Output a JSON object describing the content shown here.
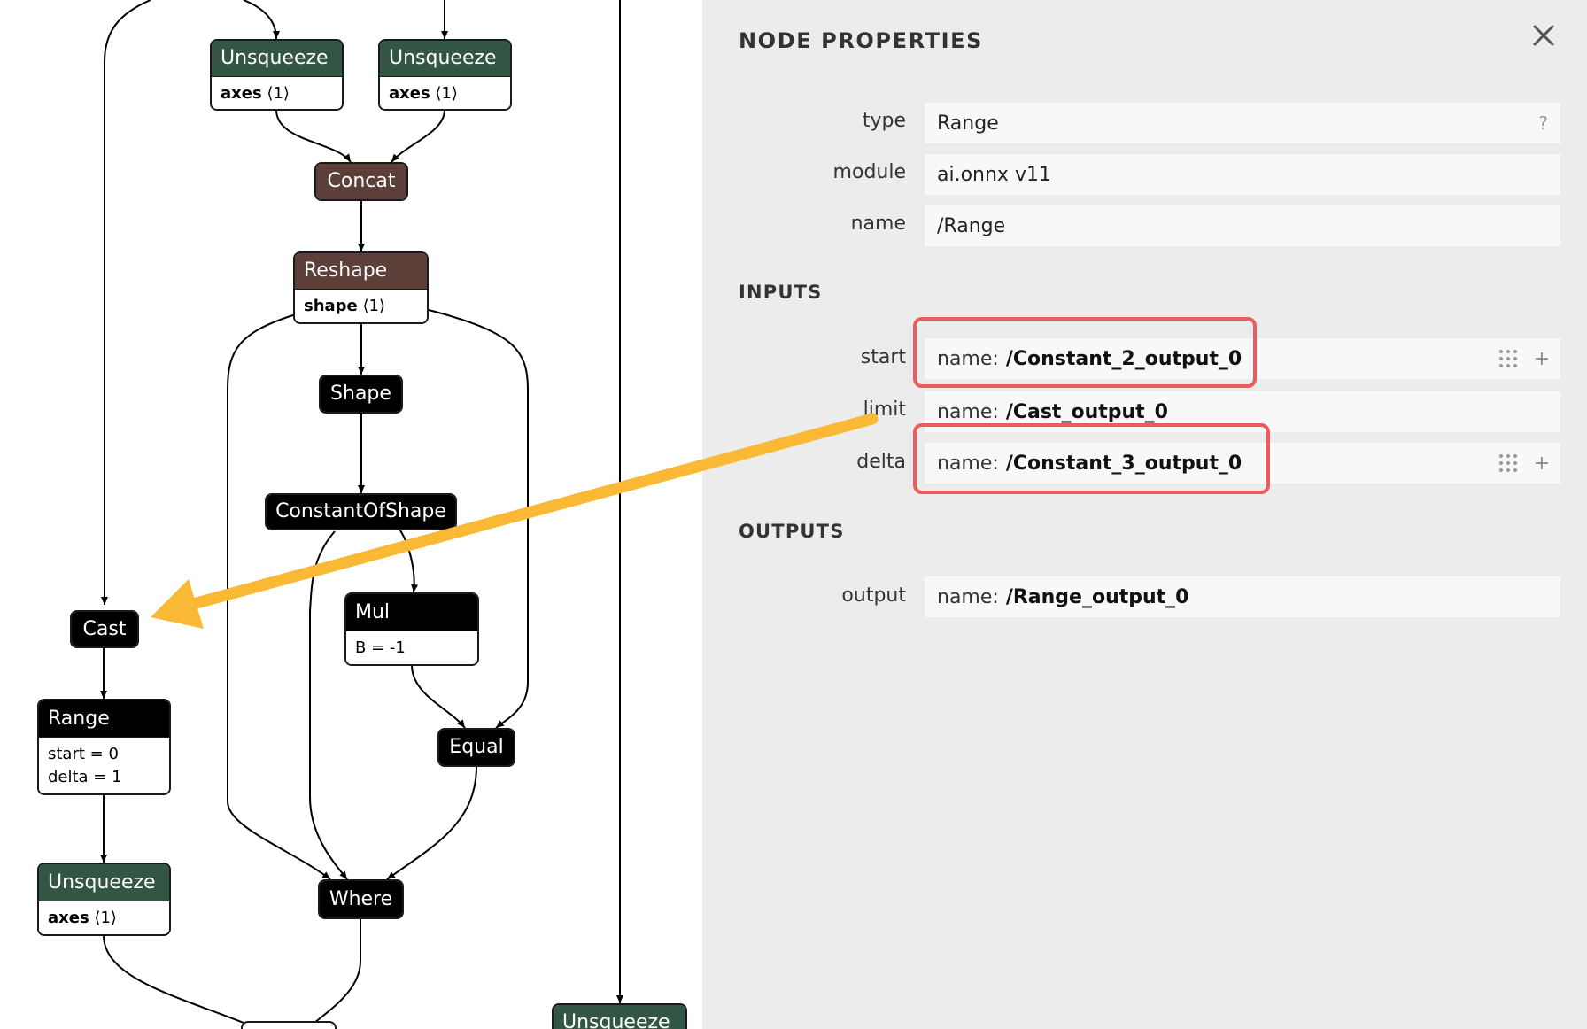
{
  "graph": {
    "nodes": {
      "unsqueeze_a": {
        "op": "Unsqueeze",
        "attr_name": "axes",
        "attr_value": "⟨1⟩"
      },
      "unsqueeze_b": {
        "op": "Unsqueeze",
        "attr_name": "axes",
        "attr_value": "⟨1⟩"
      },
      "concat": {
        "op": "Concat"
      },
      "reshape": {
        "op": "Reshape",
        "attr_name": "shape",
        "attr_value": "⟨1⟩"
      },
      "shape": {
        "op": "Shape"
      },
      "constantofshape": {
        "op": "ConstantOfShape"
      },
      "mul": {
        "op": "Mul",
        "attr_line": "B = -1"
      },
      "cast": {
        "op": "Cast"
      },
      "range": {
        "op": "Range",
        "attr_line1": "start = 0",
        "attr_line2": "delta = 1"
      },
      "equal": {
        "op": "Equal"
      },
      "unsqueeze_c": {
        "op": "Unsqueeze",
        "attr_name": "axes",
        "attr_value": "⟨1⟩"
      },
      "where": {
        "op": "Where"
      },
      "unsqueeze_d": {
        "op": "Unsqueeze"
      }
    }
  },
  "panel": {
    "title": "NODE PROPERTIES",
    "close_icon": "close-icon",
    "properties": {
      "type_label": "type",
      "type_value": "Range",
      "type_help": "?",
      "module_label": "module",
      "module_value": "ai.onnx v11",
      "name_label": "name",
      "name_value": "/Range"
    },
    "inputs_title": "INPUTS",
    "inputs": {
      "start_label": "start",
      "start_prefix": "name:",
      "start_value": "/Constant_2_output_0",
      "limit_label": "limit",
      "limit_prefix": "name:",
      "limit_value": "/Cast_output_0",
      "delta_label": "delta",
      "delta_prefix": "name:",
      "delta_value": "/Constant_3_output_0"
    },
    "outputs_title": "OUTPUTS",
    "outputs": {
      "output_label": "output",
      "output_prefix": "name:",
      "output_value": "/Range_output_0"
    },
    "plus_glyph": "+"
  },
  "colors": {
    "highlight": "#ee5b5b",
    "annotation_arrow": "#f9b934",
    "green_node": "#335544",
    "brown_node": "#5b3f38",
    "black_node": "#000000"
  }
}
